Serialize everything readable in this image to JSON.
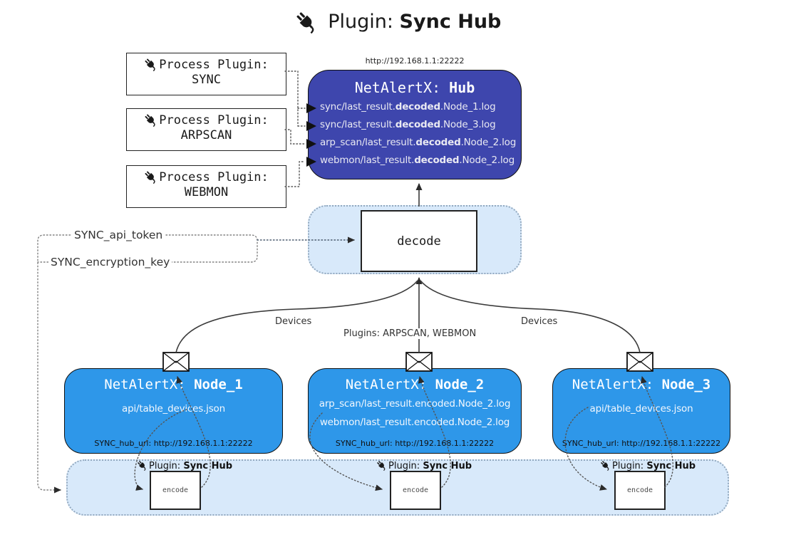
{
  "title": {
    "label": "Plugin:",
    "name": "Sync Hub"
  },
  "process_plugins": [
    {
      "label": "Process Plugin:",
      "name": "SYNC"
    },
    {
      "label": "Process Plugin:",
      "name": "ARPSCAN"
    },
    {
      "label": "Process Plugin:",
      "name": "WEBMON"
    }
  ],
  "hub": {
    "url": "http://192.168.1.1:22222",
    "name_label": "NetAlertX:",
    "name": "Hub",
    "logs": [
      {
        "pre": "sync/last_result.",
        "mid": "decoded",
        "post": ".Node_1.log"
      },
      {
        "pre": "sync/last_result.",
        "mid": "decoded",
        "post": ".Node_3.log"
      },
      {
        "pre": "arp_scan/last_result.",
        "mid": "decoded",
        "post": ".Node_2.log"
      },
      {
        "pre": "webmon/last_result.",
        "mid": "decoded",
        "post": ".Node_2.log"
      }
    ]
  },
  "decode": {
    "label": "decode"
  },
  "config_keys": {
    "api_token": "SYNC_api_token",
    "encryption_key": "SYNC_encryption_key"
  },
  "edge_labels": {
    "devices_left": "Devices",
    "plugins": "Plugins: ARPSCAN, WEBMON",
    "devices_right": "Devices"
  },
  "nodes": [
    {
      "name_label": "NetAlertX:",
      "name": "Node_1",
      "lines": [
        "api/table_devices.json"
      ],
      "hub_url": "SYNC_hub_url: http://192.168.1.1:22222"
    },
    {
      "name_label": "NetAlertX:",
      "name": "Node_2",
      "lines": [
        "arp_scan/last_result.encoded.Node_2.log",
        "webmon/last_result.encoded.Node_2.log"
      ],
      "hub_url": "SYNC_hub_url: http://192.168.1.1:22222"
    },
    {
      "name_label": "NetAlertX:",
      "name": "Node_3",
      "lines": [
        "api/table_devices.json"
      ],
      "hub_url": "SYNC_hub_url: http://192.168.1.1:22222"
    }
  ],
  "sync_plugin_band": {
    "instances": [
      {
        "label": "Plugin:",
        "name": "Sync Hub",
        "action": "encode"
      },
      {
        "label": "Plugin:",
        "name": "Sync Hub",
        "action": "encode"
      },
      {
        "label": "Plugin:",
        "name": "Sync Hub",
        "action": "encode"
      }
    ]
  },
  "colors": {
    "hub_fill": "#3e46ad",
    "node_fill": "#2e97e9",
    "band_fill": "#d8e9fa",
    "band_border": "#93a9bf",
    "hub_text": "#e9e9f2",
    "ink": "#1a1a1a"
  }
}
